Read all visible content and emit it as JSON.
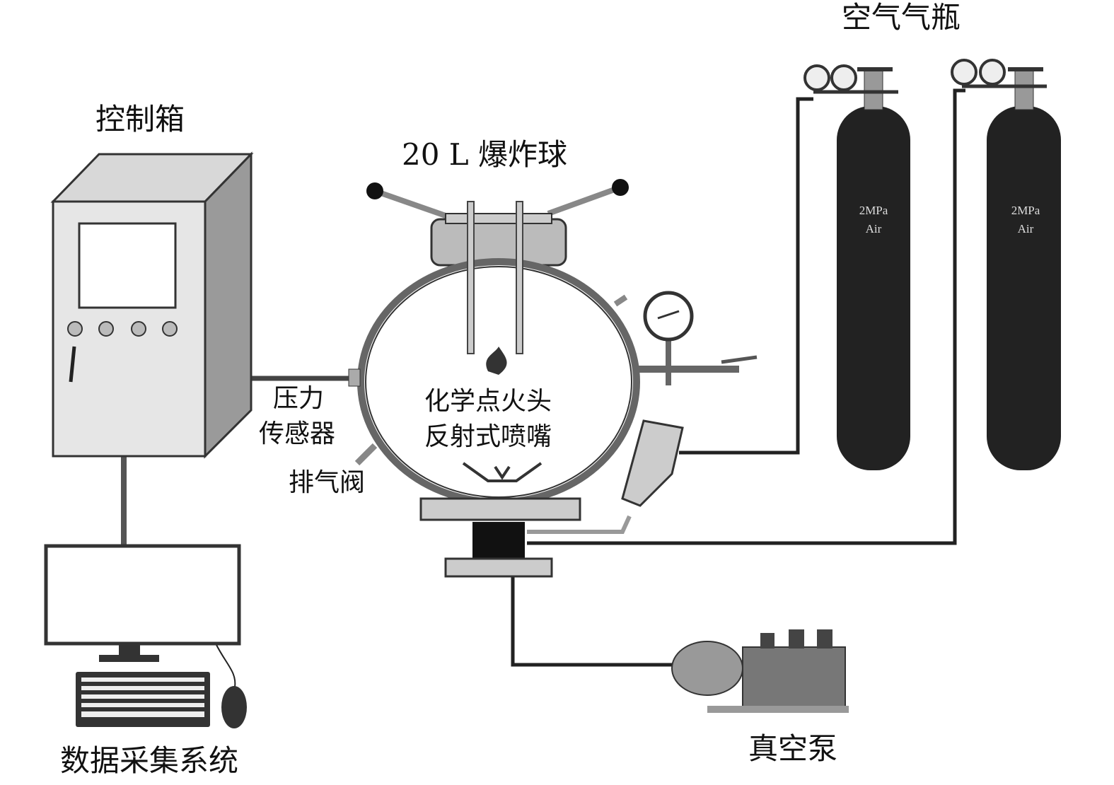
{
  "labels": {
    "air_cylinders": "空气气瓶",
    "control_box": "控制箱",
    "explosion_sphere": "20 L 爆炸球",
    "pressure_sensor_line1": "压力",
    "pressure_sensor_line2": "传感器",
    "exhaust_valve": "排气阀",
    "igniter": "化学点火头",
    "nozzle": "反射式喷嘴",
    "daq_system": "数据采集系统",
    "vacuum_pump": "真空泵"
  },
  "cylinders": [
    {
      "pressure": "2MPa",
      "gas": "Air"
    },
    {
      "pressure": "2MPa",
      "gas": "Air"
    }
  ]
}
